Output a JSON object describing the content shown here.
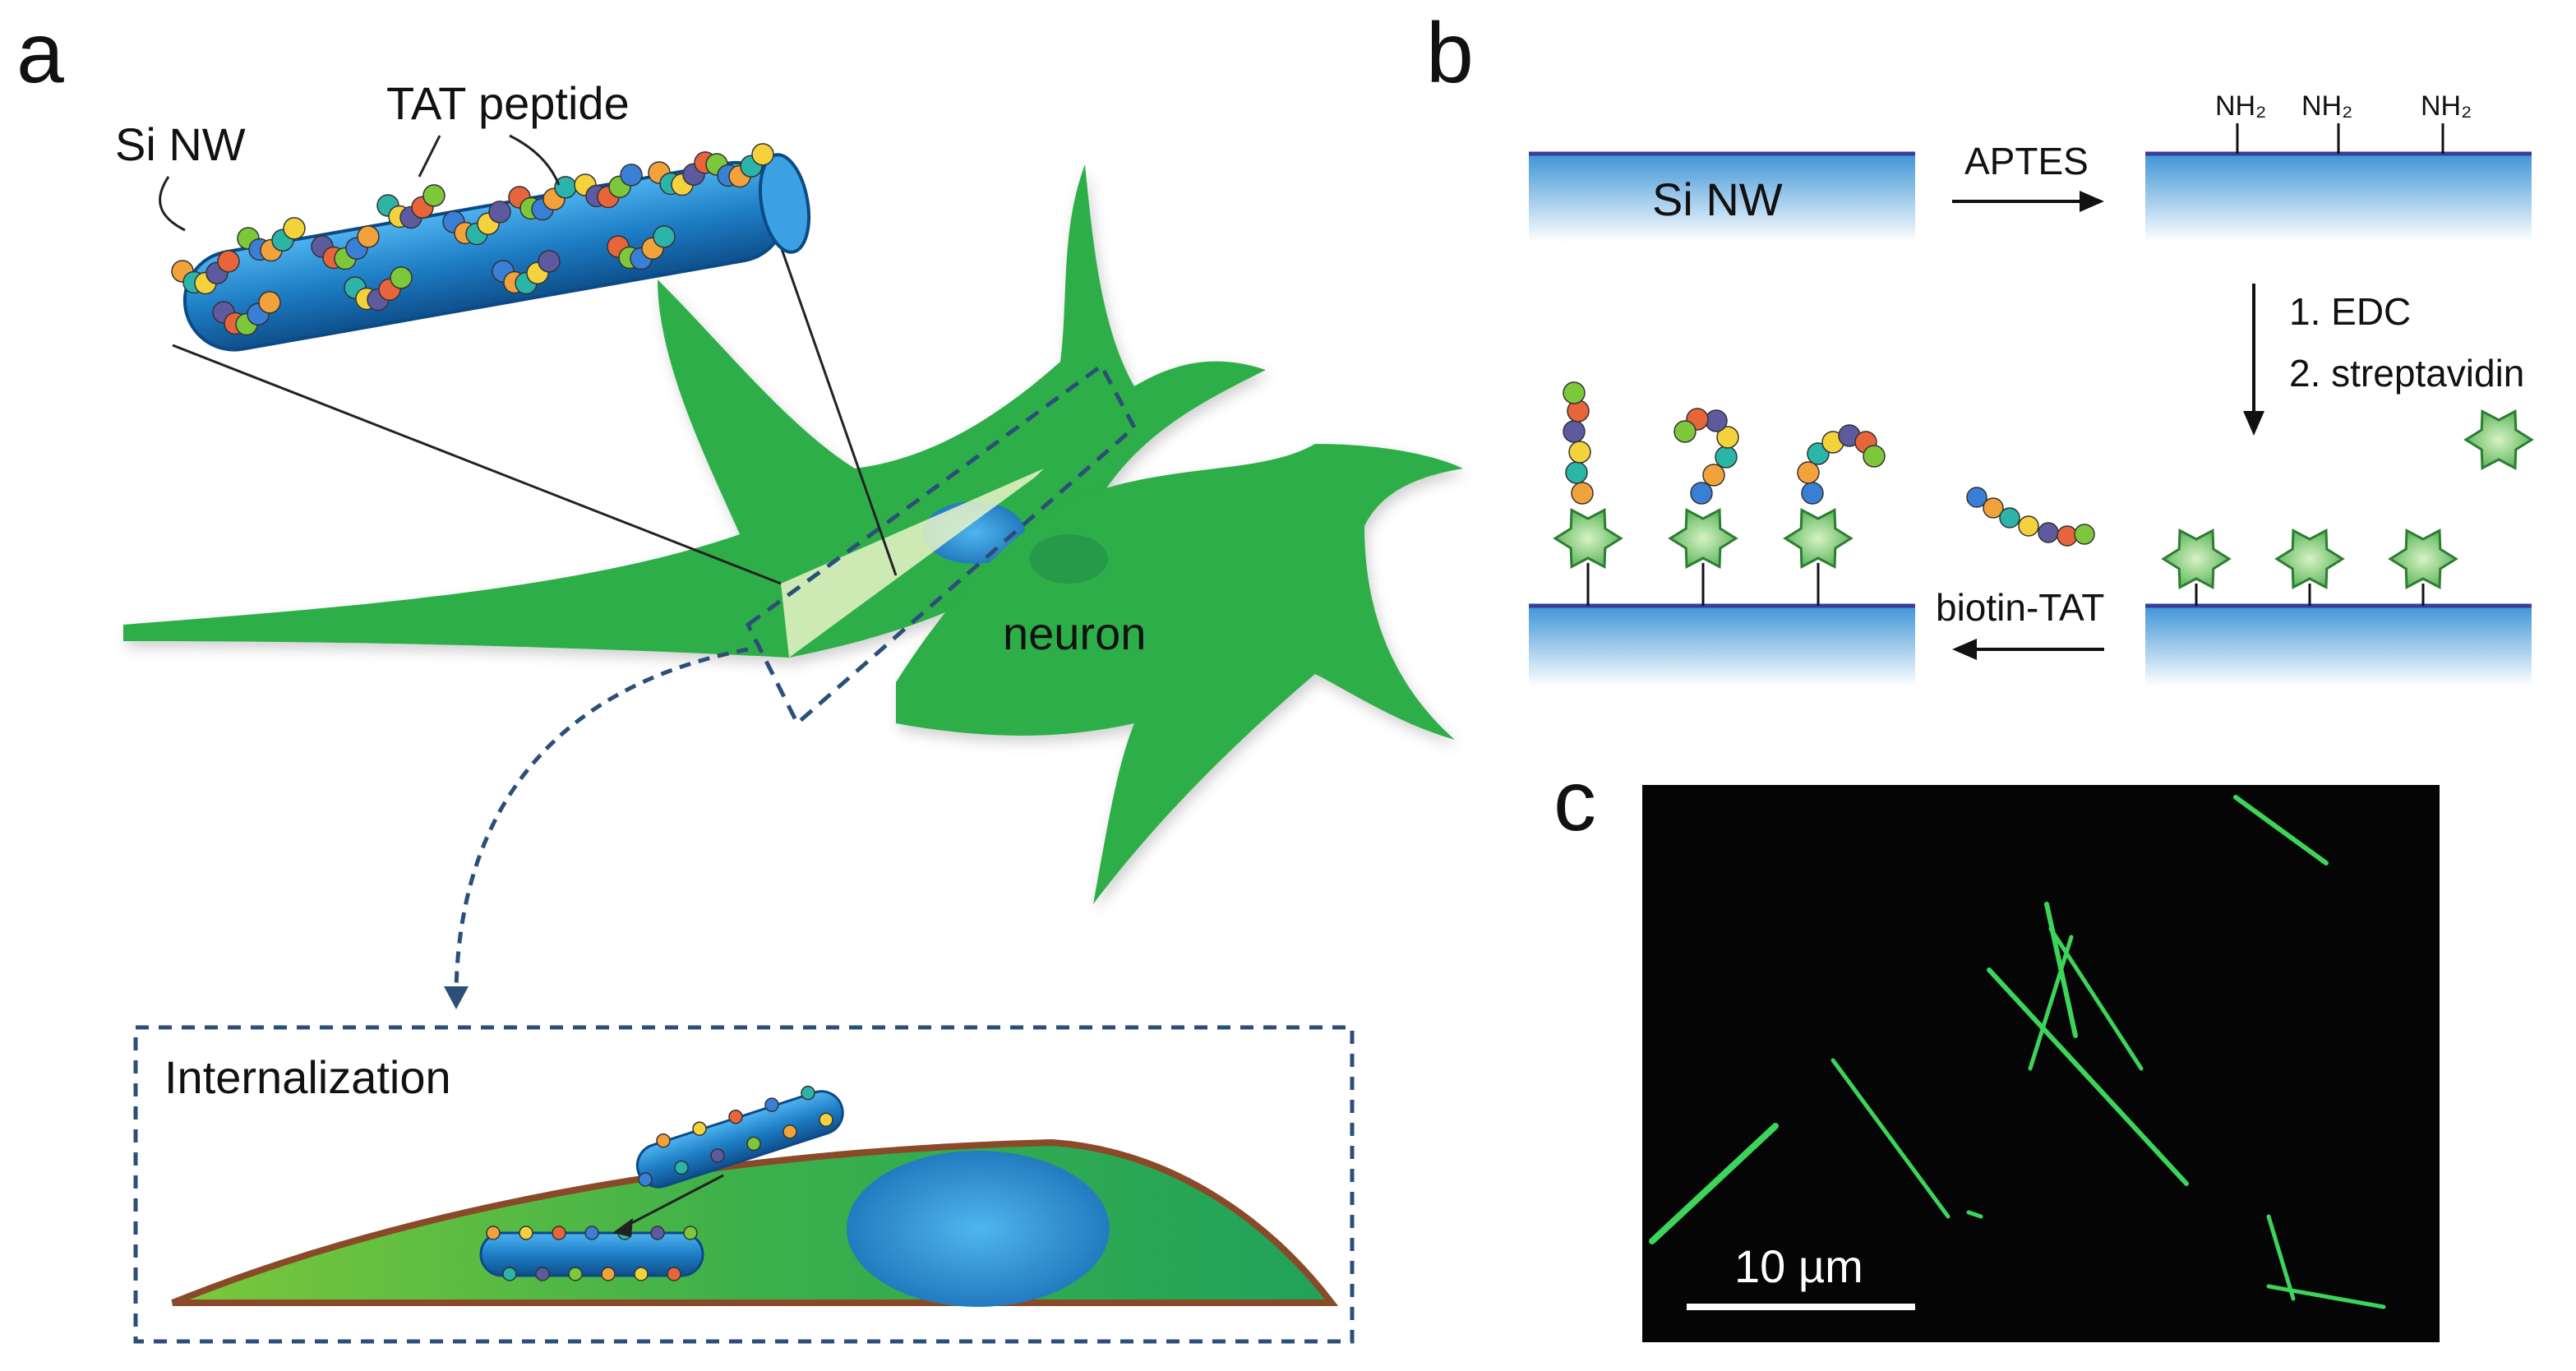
{
  "panels": {
    "a": {
      "label": "a",
      "si_nw_label": "Si NW",
      "tat_label": "TAT peptide",
      "neuron_label": "neuron",
      "inset_label": "Internalization"
    },
    "b": {
      "label": "b",
      "si_nw_label": "Si NW",
      "step1": "APTES",
      "amine": "NH₂",
      "step2_line1": "1. EDC",
      "step2_line2": "2. streptavidin",
      "step3": "biotin-TAT"
    },
    "c": {
      "label": "c",
      "scale_bar": "10 µm"
    }
  },
  "colors": {
    "nanowire_blue": "#1e7fc6",
    "neuron_green": "#2fae4a",
    "substrate_top": "#2a68b0",
    "micrograph_bg": "#050505",
    "fluorescence": "#3dd45a"
  }
}
